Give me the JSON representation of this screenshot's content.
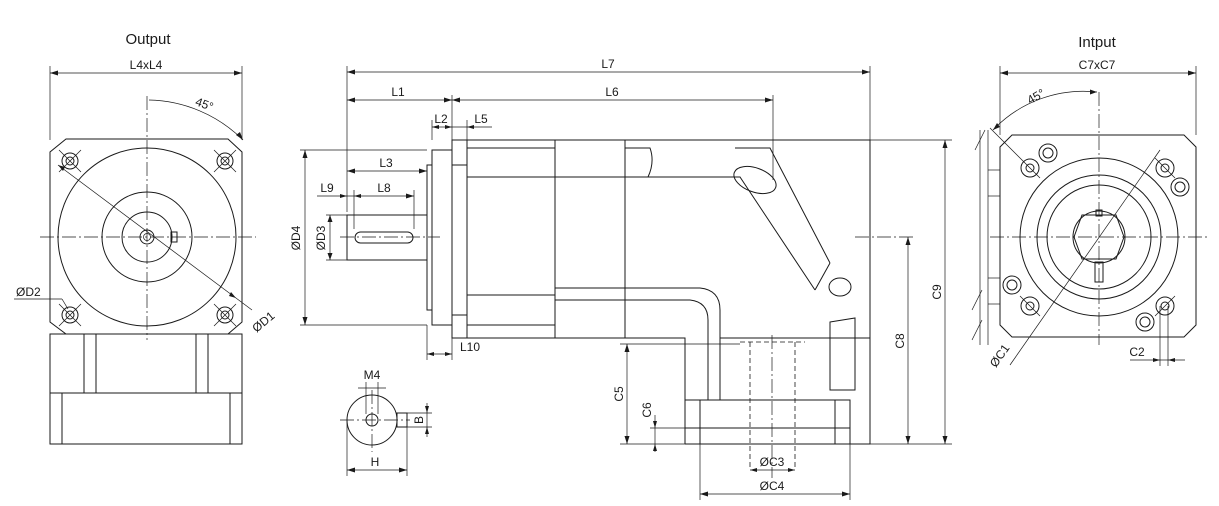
{
  "views": {
    "output_title": "Output",
    "input_title": "Intput"
  },
  "dimensions": {
    "L4xL4": "L4xL4",
    "angle_out": "45°",
    "D2": "ØD2",
    "D1": "ØD1",
    "L7": "L7",
    "L1": "L1",
    "L6": "L6",
    "L2": "L2",
    "L5": "L5",
    "L3": "L3",
    "L9": "L9",
    "L8": "L8",
    "D4": "ØD4",
    "D3": "ØD3",
    "L10": "L10",
    "C9": "C9",
    "C8": "C8",
    "C5": "C5",
    "C6": "C6",
    "C3": "ØC3",
    "C4": "ØC4",
    "M4": "M4",
    "B": "B",
    "H": "H",
    "C7xC7": "C7xC7",
    "angle_in": "45°",
    "C1": "ØC1",
    "C2": "C2"
  }
}
